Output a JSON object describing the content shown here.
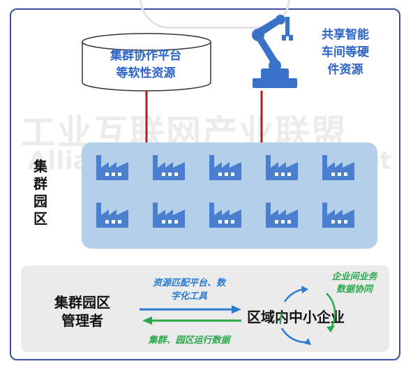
{
  "top_left": {
    "line1": "集群协作平台",
    "line2": "等软性资源"
  },
  "top_right": {
    "line1": "共享智能",
    "line2": "车间等硬",
    "line3": "件资源"
  },
  "watermark": {
    "line1": "工业互联网产业联盟",
    "line2_left": "Allia",
    "line2_right": "et"
  },
  "cluster": {
    "chars": [
      "集",
      "群",
      "园",
      "区"
    ],
    "factory_rows": 2,
    "factory_cols": 5,
    "color": "#4a7fd0"
  },
  "bottom": {
    "manager": {
      "line1": "集群园区",
      "line2": "管理者"
    },
    "to_sme": {
      "line1": "资源匹配平台、数",
      "line2": "字化工具"
    },
    "to_manager": "集群、园区运行数据",
    "sme": "区域内中小企业",
    "collab": {
      "line1": "企业间业务",
      "line2": "数据协同"
    }
  },
  "colors": {
    "frame": "#3f4fa0",
    "blue_text": "#2b63c6",
    "arrow_red": "#b01c22",
    "green": "#2aa84a",
    "cluster_bg": "#b3cfea"
  }
}
